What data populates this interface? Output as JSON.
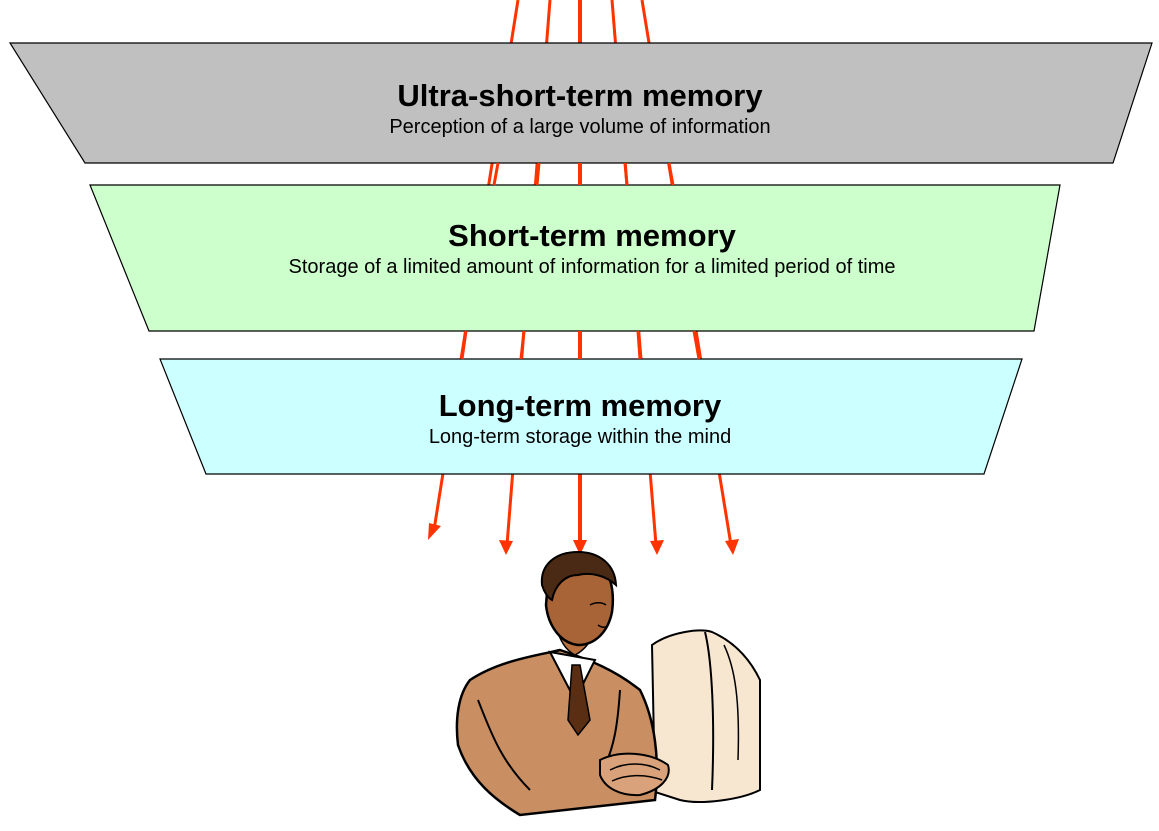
{
  "diagram": {
    "layers": [
      {
        "title": "Ultra-short-term memory",
        "description": "Perception of a large volume of information",
        "fill": "#c0c0c0"
      },
      {
        "title": "Short-term memory",
        "description": "Storage of a limited amount of information for a limited period of time",
        "fill": "#ccffcc"
      },
      {
        "title": "Long-term memory",
        "description": "Long-term storage within the mind",
        "fill": "#ccffff"
      }
    ],
    "arrow_color": "#ff3300",
    "figure_icon": "man-at-computer-icon"
  }
}
